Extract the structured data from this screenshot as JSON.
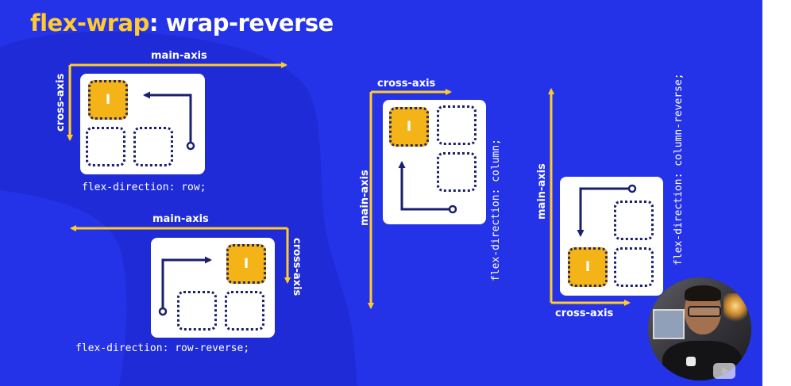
{
  "title": {
    "prefix": "flex-wrap",
    "suffix": ": wrap-reverse"
  },
  "colors": {
    "background": "#2533e8",
    "accent": "#ffcb2d",
    "item": "#f4b316",
    "card": "#ffffff",
    "dotted": "#1a1f6e"
  },
  "item_label": "I",
  "diagrams": {
    "row": {
      "code": "flex-direction: row;",
      "main_axis": "main-axis",
      "cross_axis": "cross-axis"
    },
    "row_reverse": {
      "code": "flex-direction: row-reverse;",
      "main_axis": "main-axis",
      "cross_axis": "cross-axis"
    },
    "column": {
      "code": "flex-direction: column;",
      "main_axis": "main-axis",
      "cross_axis": "cross-axis"
    },
    "column_reverse": {
      "code": "flex-direction: column-reverse;",
      "main_axis": "main-axis",
      "cross_axis": "cross-axis"
    }
  },
  "overlays": {
    "webcam_icon": "presenter-webcam",
    "video_icon": "youtube-play-icon"
  }
}
